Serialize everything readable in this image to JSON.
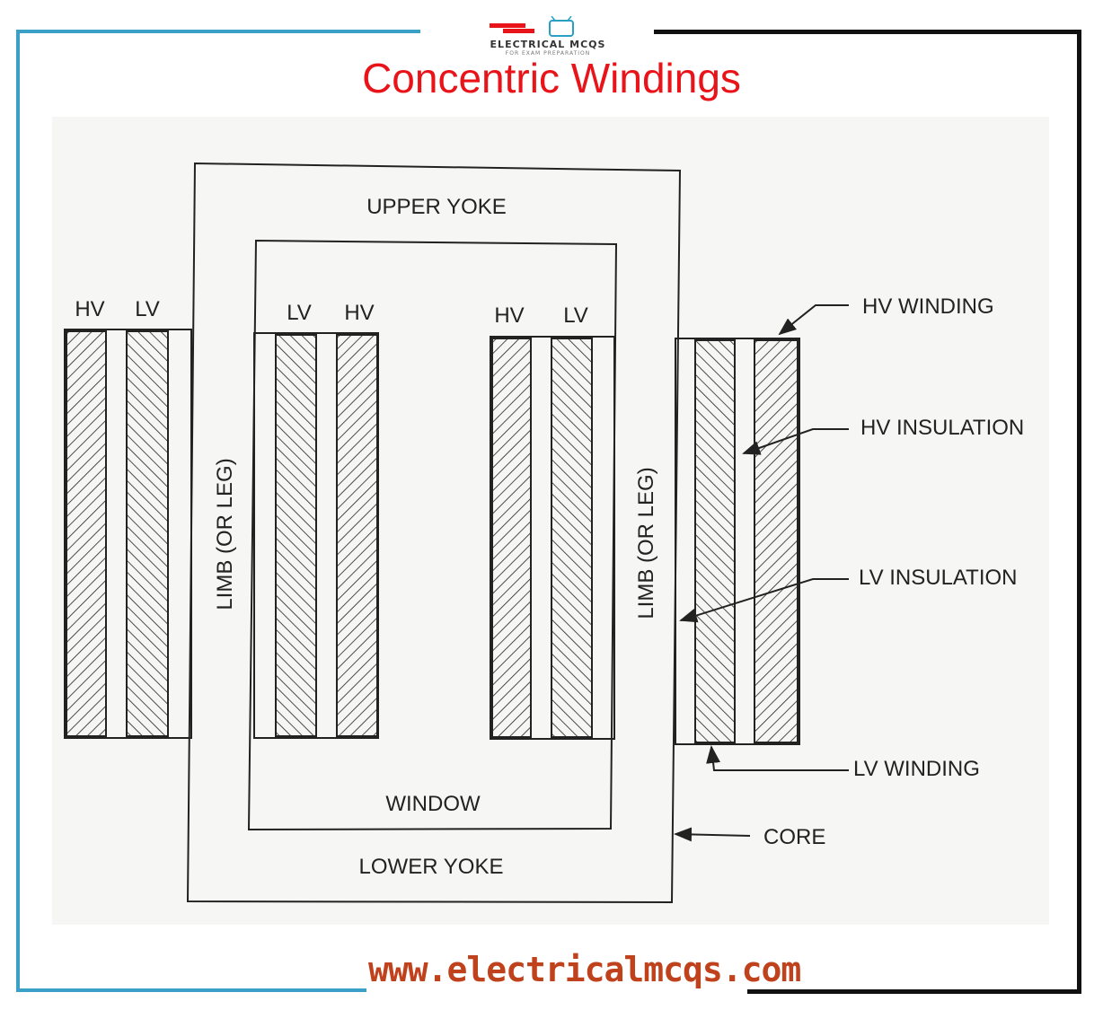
{
  "header": {
    "logo_name": "ELECTRICAL MCQS",
    "logo_tagline": "FOR EXAM PREPARATION",
    "title": "Concentric Windings"
  },
  "diagram": {
    "upper_yoke": "UPPER YOKE",
    "lower_yoke": "LOWER YOKE",
    "window": "WINDOW",
    "limb_left": "LIMB (OR LEG)",
    "limb_right": "LIMB (OR LEG)",
    "col1_hv": "HV",
    "col1_lv": "LV",
    "col2_lv": "LV",
    "col2_hv": "HV",
    "col3_hv": "HV",
    "col3_lv": "LV",
    "callouts": {
      "hv_winding": "HV WINDING",
      "hv_insulation": "HV INSULATION",
      "lv_insulation": "LV INSULATION",
      "lv_winding": "LV WINDING",
      "core": "CORE"
    }
  },
  "footer": {
    "url": "www.electricalmcqs.com"
  },
  "colors": {
    "title": "#e8141a",
    "frame_left": "#3aa0c8",
    "frame_right": "#111111",
    "url": "#c0421c"
  }
}
